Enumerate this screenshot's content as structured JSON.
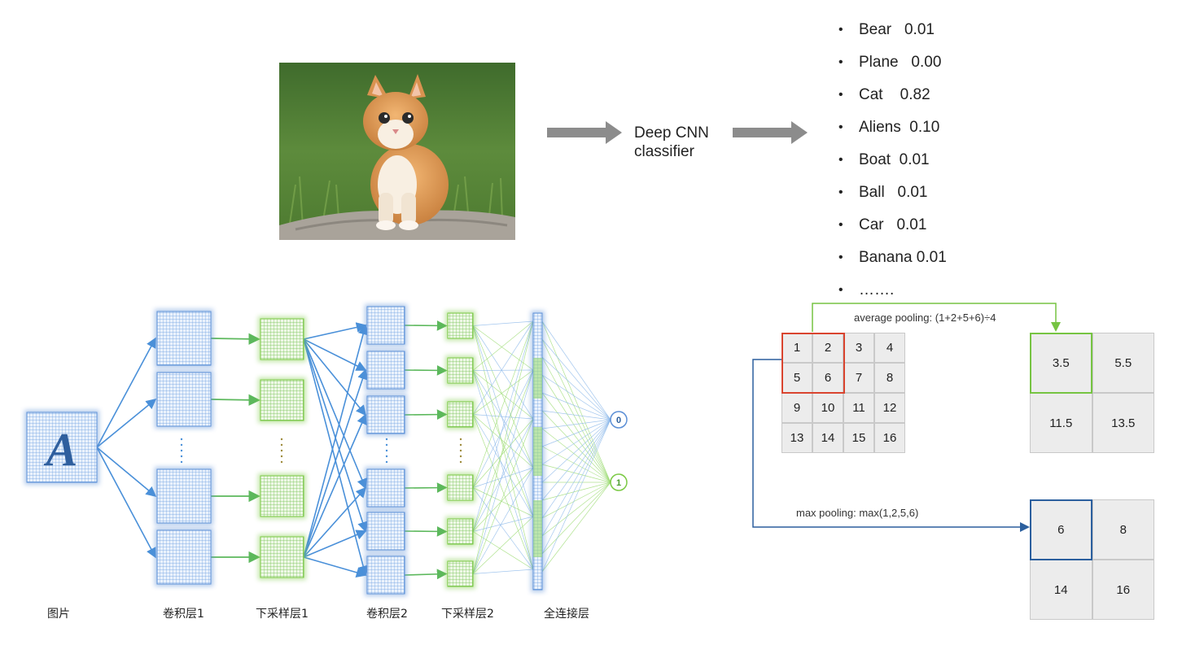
{
  "photo": {
    "subject": "orange kitten sitting on a rock in grass"
  },
  "classifier": {
    "line1": "Deep CNN",
    "line2": "classifier"
  },
  "classes": [
    {
      "text": "Bear   0.01"
    },
    {
      "text": "Plane   0.00"
    },
    {
      "text": "Cat    0.82"
    },
    {
      "text": "Aliens  0.10"
    },
    {
      "text": "Boat  0.01"
    },
    {
      "text": "Ball   0.01"
    },
    {
      "text": "Car   0.01"
    },
    {
      "text": "Banana 0.01"
    },
    {
      "text": "……."
    }
  ],
  "cnn": {
    "input_glyph": "A",
    "outputs": [
      "0",
      "1"
    ],
    "layers": [
      "图片",
      "卷积层1",
      "下采样层1",
      "卷积层2",
      "下采样层2",
      "全连接层"
    ],
    "colors": {
      "conv": "#5b8fd6",
      "pool": "#7ac943",
      "arrow_blue": "#4a90d9",
      "arrow_green": "#5cb85c"
    }
  },
  "pooling": {
    "avg_label": "average pooling: (1+2+5+6)÷4",
    "max_label": "max pooling: max(1,2,5,6)",
    "input": [
      "1",
      "2",
      "3",
      "4",
      "5",
      "6",
      "7",
      "8",
      "9",
      "10",
      "11",
      "12",
      "13",
      "14",
      "15",
      "16"
    ],
    "avg_output": [
      "3.5",
      "5.5",
      "11.5",
      "13.5"
    ],
    "max_output": [
      "6",
      "8",
      "14",
      "16"
    ],
    "colors": {
      "window": "#d9442f",
      "avg": "#76c442",
      "max": "#2b5f9e"
    }
  }
}
